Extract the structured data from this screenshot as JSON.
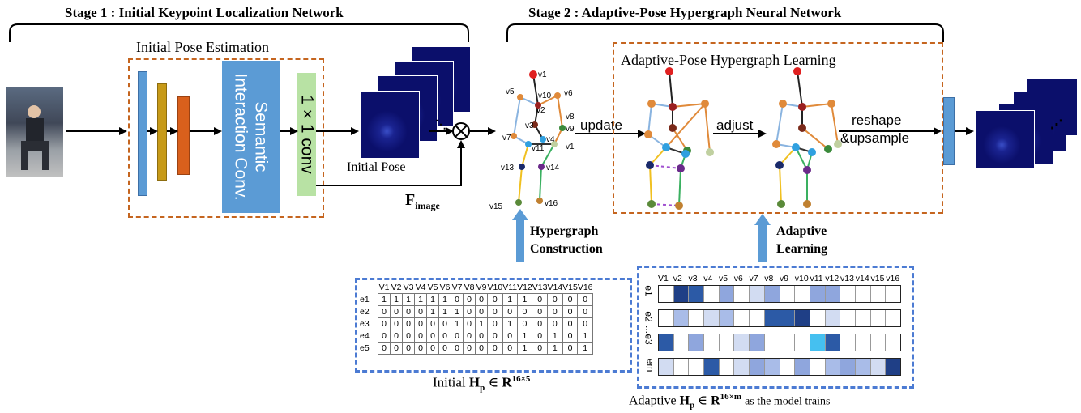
{
  "stage1": {
    "title": "Stage 1 : Initial Keypoint Localization Network"
  },
  "stage2": {
    "title": "Stage 2 : Adaptive-Pose Hypergraph Neural Network"
  },
  "initial_pose_estimation": {
    "title": "Initial Pose Estimation"
  },
  "semantic_block": {
    "line1": "Semantic",
    "line2": "Interaction Conv."
  },
  "conv_block": {
    "label": "1 × 1 conv"
  },
  "initial_pose_label": "Initial Pose",
  "f_image": {
    "main": "F",
    "sub": "image"
  },
  "adaptive_learning_box": {
    "title": "Adaptive-Pose Hypergraph Learning"
  },
  "arrows": {
    "update": "update",
    "adjust": "adjust",
    "reshape_line1": "reshape",
    "reshape_line2": "&upsample"
  },
  "hypergraph_construction": {
    "line1": "Hypergraph",
    "line2": "Construction"
  },
  "adaptive_learning": {
    "line1": "Adaptive",
    "line2": "Learning"
  },
  "initial_matrix": {
    "columns": [
      "V1",
      "V2",
      "V3",
      "V4",
      "V5",
      "V6",
      "V7",
      "V8",
      "V9",
      "V10",
      "V11",
      "V12",
      "V13",
      "V14",
      "V15",
      "V16"
    ],
    "rows": [
      {
        "name": "e1",
        "values": [
          1,
          1,
          1,
          1,
          1,
          1,
          0,
          0,
          0,
          0,
          1,
          1,
          0,
          0,
          0,
          0
        ]
      },
      {
        "name": "e2",
        "values": [
          0,
          0,
          0,
          0,
          1,
          1,
          1,
          0,
          0,
          0,
          0,
          0,
          0,
          0,
          0,
          0
        ]
      },
      {
        "name": "e3",
        "values": [
          0,
          0,
          0,
          0,
          0,
          0,
          1,
          0,
          1,
          0,
          1,
          0,
          0,
          0,
          0,
          0
        ]
      },
      {
        "name": "e4",
        "values": [
          0,
          0,
          0,
          0,
          0,
          0,
          0,
          0,
          0,
          0,
          0,
          1,
          0,
          1,
          0,
          1
        ]
      },
      {
        "name": "e5",
        "values": [
          0,
          0,
          0,
          0,
          0,
          0,
          0,
          0,
          0,
          0,
          0,
          1,
          0,
          1,
          0,
          1
        ]
      }
    ],
    "caption_prefix": "Initial",
    "caption_math": "H",
    "caption_sub": "p",
    "caption_in": "∈",
    "caption_set": "R",
    "caption_sup": "16×5"
  },
  "adaptive_matrix": {
    "columns": [
      "V1",
      "v2",
      "v3",
      "v4",
      "v5",
      "v6",
      "v7",
      "v8",
      "v9",
      "v10",
      "v11",
      "v12",
      "v13",
      "v14",
      "v15",
      "v16"
    ],
    "rows": [
      {
        "name": "e1",
        "colors": [
          "#ffffff",
          "#1f3f86",
          "#2c5aa6",
          "#ffffff",
          "#8fa6dd",
          "#ffffff",
          "#d2dcf2",
          "#8fa6dd",
          "#ffffff",
          "#ffffff",
          "#8fa6dd",
          "#8fa6dd",
          "#ffffff",
          "#ffffff",
          "#ffffff",
          "#ffffff"
        ]
      },
      {
        "name": "e2",
        "colors": [
          "#ffffff",
          "#a9bce8",
          "#ffffff",
          "#d2dcf2",
          "#a9bce8",
          "#ffffff",
          "#ffffff",
          "#2c5aa6",
          "#2c5aa6",
          "#1f3f86",
          "#ffffff",
          "#d2dcf2",
          "#ffffff",
          "#ffffff",
          "#ffffff",
          "#ffffff"
        ]
      },
      {
        "name": "e3",
        "colors": [
          "#2c5aa6",
          "#ffffff",
          "#8fa6dd",
          "#ffffff",
          "#ffffff",
          "#d2dcf2",
          "#8fa6dd",
          "#ffffff",
          "#ffffff",
          "#ffffff",
          "#45c0f0",
          "#2c5aa6",
          "#ffffff",
          "#ffffff",
          "#ffffff",
          "#ffffff"
        ]
      },
      {
        "name": "em",
        "colors": [
          "#d2dcf2",
          "#ffffff",
          "#ffffff",
          "#2c5aa6",
          "#ffffff",
          "#d2dcf2",
          "#8fa6dd",
          "#a9bce8",
          "#ffffff",
          "#8fa6dd",
          "#ffffff",
          "#a9bce8",
          "#8fa6dd",
          "#a9bce8",
          "#d2dcf2",
          "#1f3f86"
        ]
      }
    ],
    "row_labels": [
      "e1",
      "e2",
      "...",
      "e3",
      "em"
    ],
    "caption_prefix": "Adaptive",
    "caption_math": "H",
    "caption_sub": "p",
    "caption_in": "∈",
    "caption_set": "R",
    "caption_sup": "16×m",
    "caption_suffix": "as the model trains"
  },
  "skeleton_labels": [
    "v1",
    "v2",
    "v3",
    "v4",
    "v5",
    "v6",
    "v7",
    "v8",
    "v9",
    "v10",
    "v11",
    "v12",
    "v13",
    "v14",
    "v15",
    "v16"
  ]
}
